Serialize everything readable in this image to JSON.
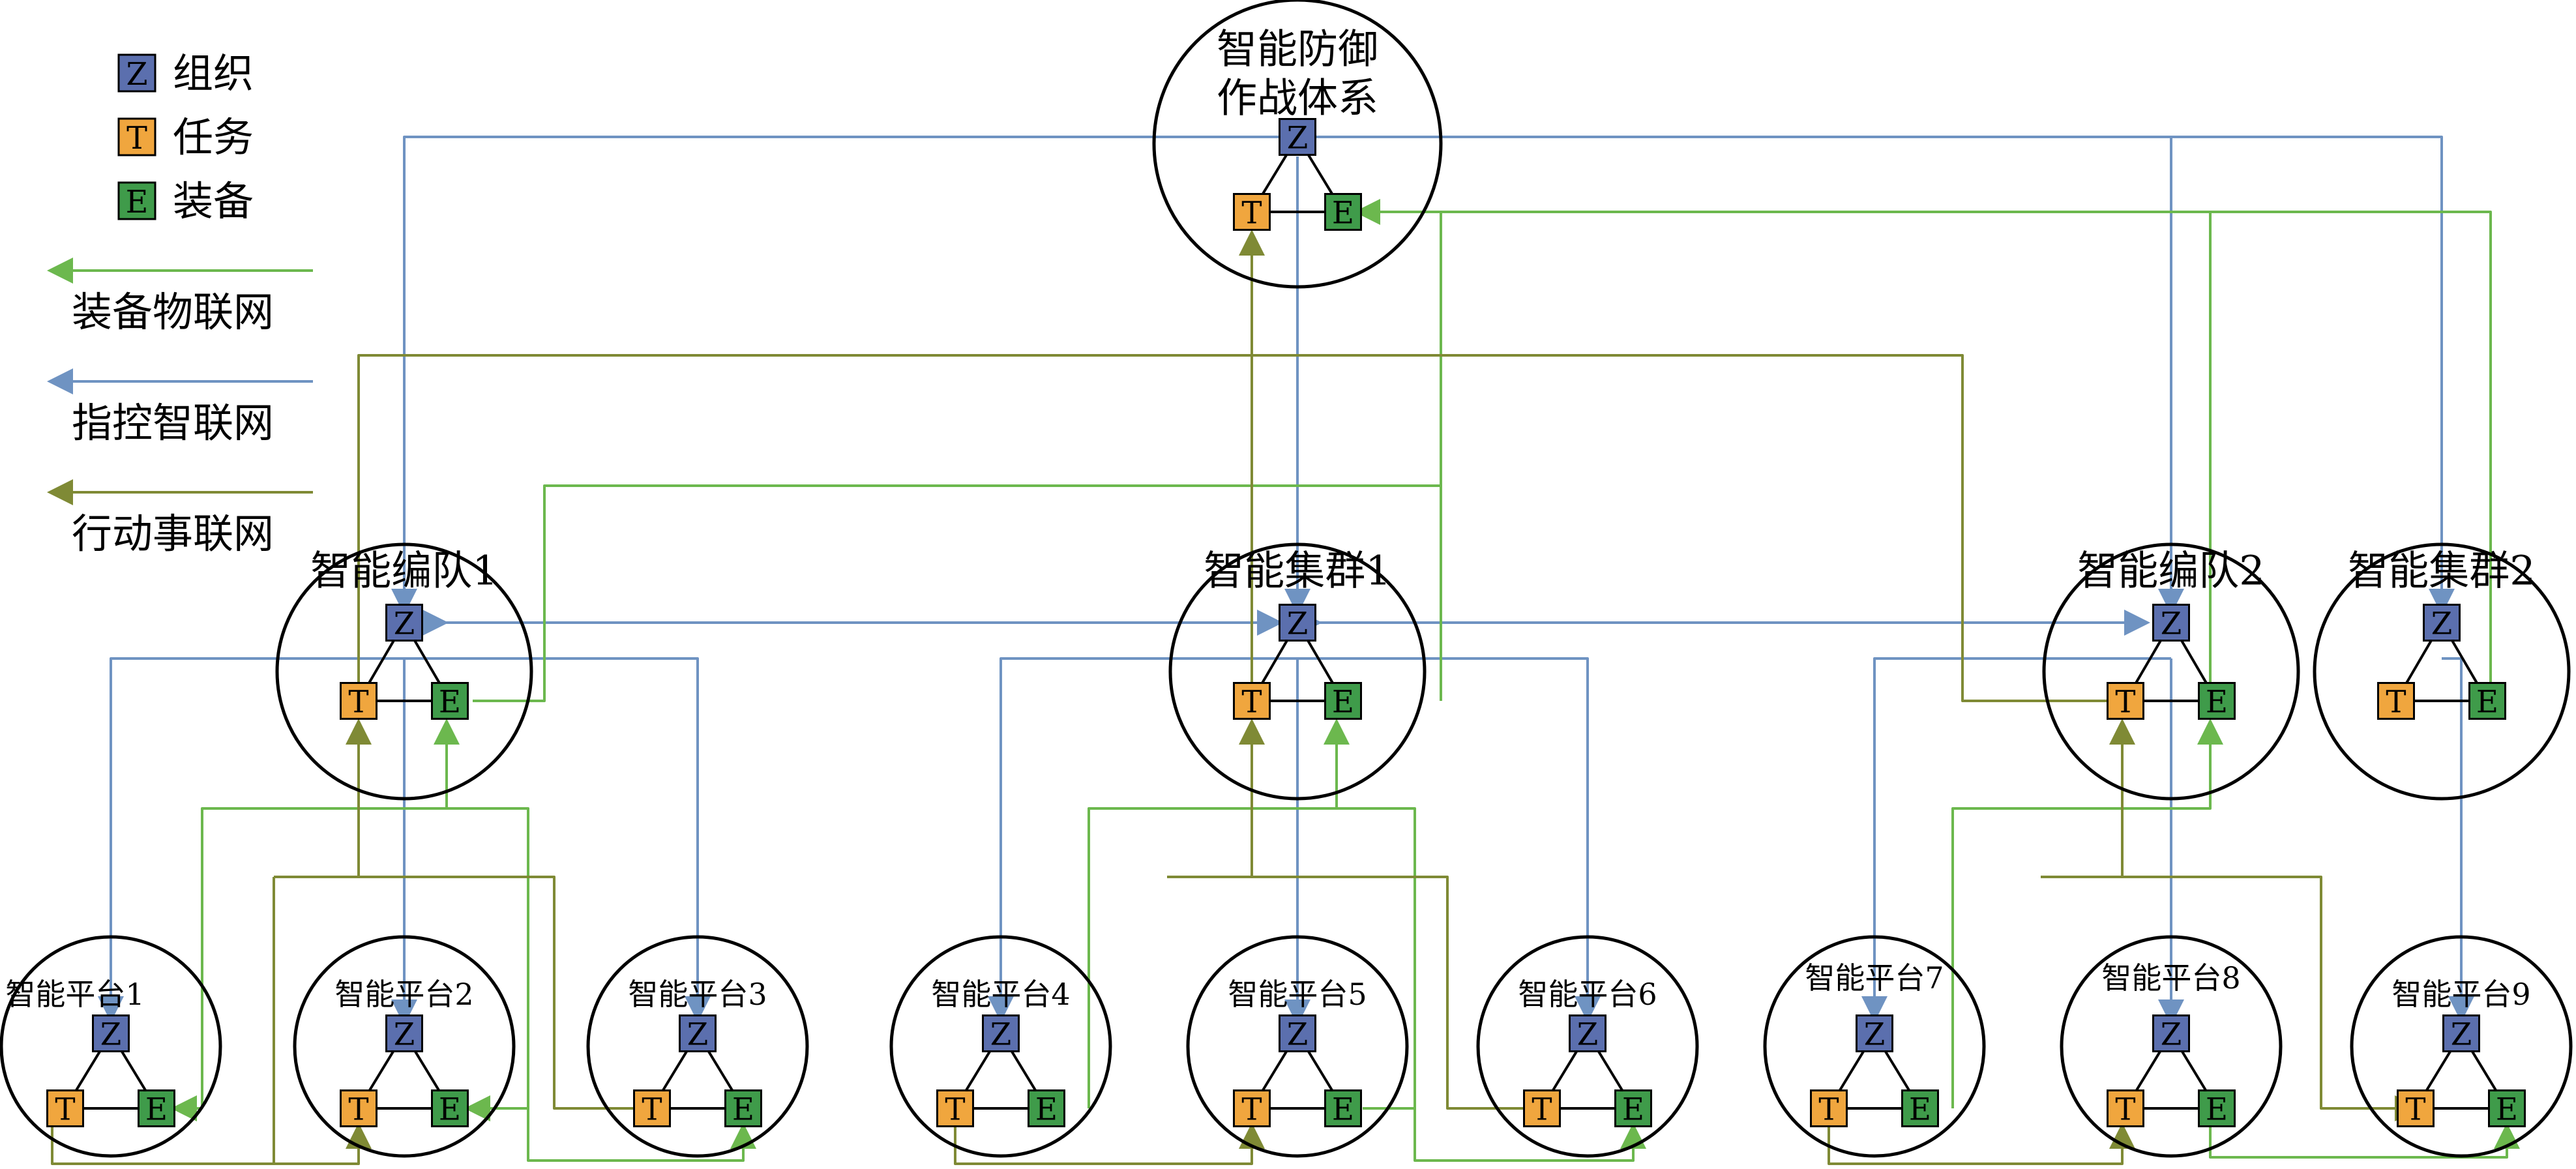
{
  "legend": {
    "items": [
      {
        "key": "Z",
        "label": "组织",
        "color": "#5b6fae"
      },
      {
        "key": "T",
        "label": "任务",
        "color": "#f0a63e"
      },
      {
        "key": "E",
        "label": "装备",
        "color": "#3f9b4a"
      }
    ],
    "lines": [
      {
        "label": "装备物联网",
        "color": "#6cb84e"
      },
      {
        "label": "指控智联网",
        "color": "#6f93c2"
      },
      {
        "label": "行动事联网",
        "color": "#7f8a35"
      }
    ]
  },
  "nodes": {
    "top": {
      "title_line1": "智能防御",
      "title_line2": "作战体系"
    },
    "fmt1": {
      "title": "智能编队1"
    },
    "clu1": {
      "title": "智能集群1"
    },
    "fmt2": {
      "title": "智能编队2"
    },
    "clu2": {
      "title": "智能集群2"
    },
    "p1": {
      "title": "智能平台1"
    },
    "p2": {
      "title": "智能平台2"
    },
    "p3": {
      "title": "智能平台3"
    },
    "p4": {
      "title": "智能平台4"
    },
    "p5": {
      "title": "智能平台5"
    },
    "p6": {
      "title": "智能平台6"
    },
    "p7": {
      "title": "智能平台7"
    },
    "p8": {
      "title": "智能平台8"
    },
    "p9": {
      "title": "智能平台9"
    }
  },
  "box_letters": {
    "z": "Z",
    "t": "T",
    "e": "E"
  }
}
